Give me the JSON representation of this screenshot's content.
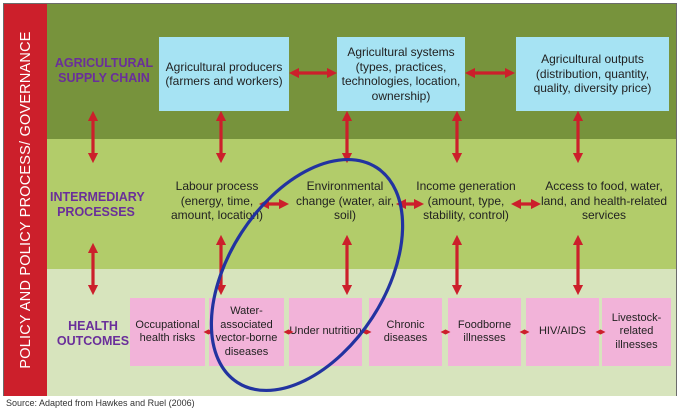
{
  "policy_label": "POLICY AND POLICY PROCESS/ GOVERNANCE",
  "rows": {
    "supply": "AGRICULTURAL SUPPLY CHAIN",
    "intermediary": "INTERMEDIARY PROCESSES",
    "health": "HEALTH OUTCOMES"
  },
  "supply_boxes": [
    "Agricultural producers (farmers and workers)",
    "Agricultural systems (types, practices, technologies, location, ownership)",
    "Agricultural outputs (distribution, quantity, quality, diversity price)"
  ],
  "intermediary_items": [
    "Labour process (energy, time, amount, location)",
    "Environmental change (water, air, soil)",
    "Income generation (amount, type, stability, control)",
    "Access to food, water, land, and health-related services"
  ],
  "health_boxes": [
    "Occupational health risks",
    "Water-associated vector-borne diseases",
    "Under nutrition",
    "Chronic diseases",
    "Foodborne illnesses",
    "HIV/AIDS",
    "Livestock-related illnesses"
  ],
  "source": "Source: Adapted from Hawkes and Ruel (2006)",
  "colors": {
    "arrow": "#cc1f2b",
    "policy_bar": "#cc1f2b",
    "top_band": "#77933c",
    "middle_band": "#b2cc6a",
    "bottom_band": "#d7e4bd",
    "blue_box": "#a6e3f3",
    "pink_box": "#f2b3d9",
    "row_label": "#6a2f9a",
    "ellipse": "#2233a0"
  }
}
